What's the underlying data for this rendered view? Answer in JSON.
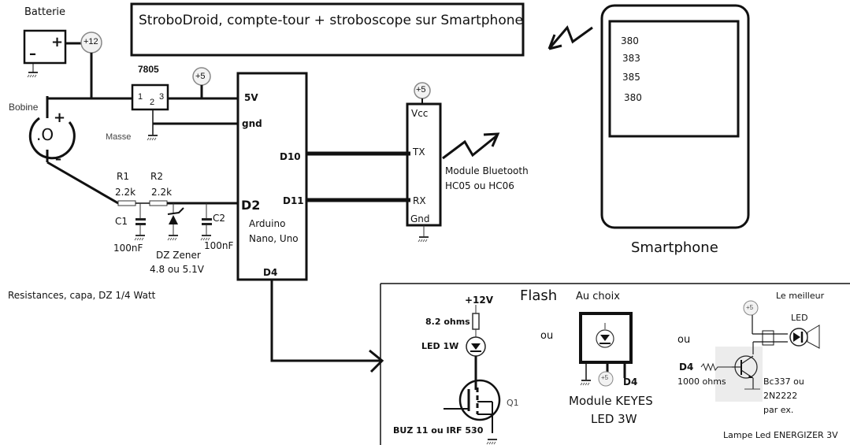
{
  "title": "StroboDroid, compte-tour + stroboscope sur Smartphone",
  "power": {
    "battery_label": "Batterie",
    "battery_plus": "+",
    "battery_minus": "–",
    "supply_12v": "+12",
    "regulator_name": "7805",
    "regulator_pins": [
      "1",
      "2",
      "3"
    ],
    "supply_5v": "+5",
    "ground_label": "Masse"
  },
  "coil": {
    "label": "Bobine",
    "center": ".O",
    "plus": "+",
    "minus": "–"
  },
  "input_filter": {
    "r1_name": "R1",
    "r1_value": "2.2k",
    "r2_name": "R2",
    "r2_value": "2.2k",
    "c1_name": "C1",
    "c1_value": "100nF",
    "c2_name": "C2",
    "c2_value": "100nF",
    "zener_name": "DZ Zener",
    "zener_value": "4.8 ou 5.1V",
    "note": "Resistances, capa, DZ  1/4 Watt"
  },
  "arduino": {
    "pins": {
      "v5": "5V",
      "gnd": "gnd",
      "d10": "D10",
      "d11": "D11",
      "d2": "D2",
      "d4": "D4"
    },
    "name_line1": "Arduino",
    "name_line2": "Nano, Uno"
  },
  "bluetooth": {
    "supply": "+5",
    "pins": {
      "vcc": "Vcc",
      "tx": "TX",
      "rx": "RX",
      "gnd": "Gnd"
    },
    "label_line1": "Module Bluetooth",
    "label_line2": "HC05 ou HC06"
  },
  "smartphone": {
    "label": "Smartphone",
    "readings": [
      "380",
      "383",
      "385",
      "380"
    ]
  },
  "flash": {
    "heading": "Flash",
    "choice_label": "Au choix",
    "option1": {
      "supply": "+12V",
      "resistor": "8.2 ohms",
      "led": "LED 1W",
      "transistor_ref": "Q1",
      "transistor": "BUZ 11 ou IRF 530"
    },
    "or1": "ou",
    "option2": {
      "supply": "+5",
      "pin": "D4",
      "label_line1": "Module KEYES",
      "label_line2": "LED 3W"
    },
    "or2": "ou",
    "option3": {
      "heading": "Le meilleur",
      "supply": "+5",
      "led": "LED",
      "pin": "D4",
      "resistor": "1000 ohms",
      "transistor_line1": "Bc337 ou",
      "transistor_line2": "2N2222",
      "transistor_line3": "par ex.",
      "lamp": "Lampe Led ENERGIZER 3V"
    }
  }
}
